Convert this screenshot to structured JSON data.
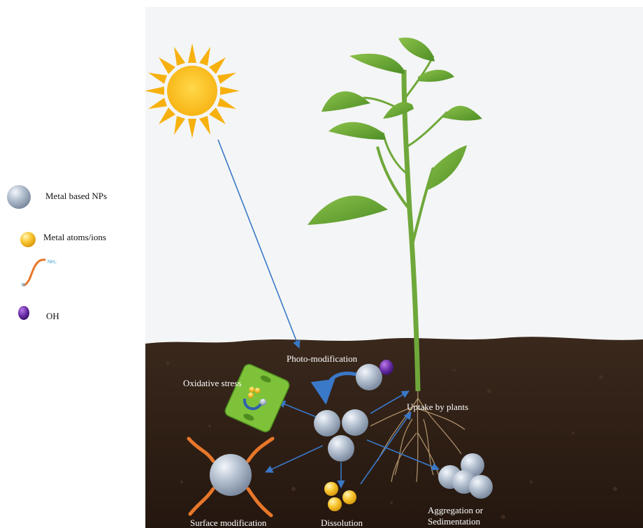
{
  "legend": {
    "metal_nps": "Metal based NPs",
    "metal_atoms": "Metal atoms/ions",
    "ligand_end_top": "NH₂",
    "ligand_end_bottom": "Si",
    "oh": "OH"
  },
  "processes": {
    "photo_modification": "Photo-modification",
    "oxidative_stress": "Oxidative stress",
    "uptake": "Uptake by plants",
    "surface_modification": "Surface modification",
    "dissolution": "Dissolution",
    "aggregation_line1": "Aggregation or",
    "aggregation_line2": "Sedimentation"
  },
  "colors": {
    "soil": "#2e1f16",
    "sun": "#f9c21a",
    "np": "#a9b6c8",
    "ion": "#f5b92a",
    "oh": "#6b2fa8",
    "arrow": "#3a78c8",
    "ligand": "#e8772a",
    "cell": "#7ec23a"
  }
}
